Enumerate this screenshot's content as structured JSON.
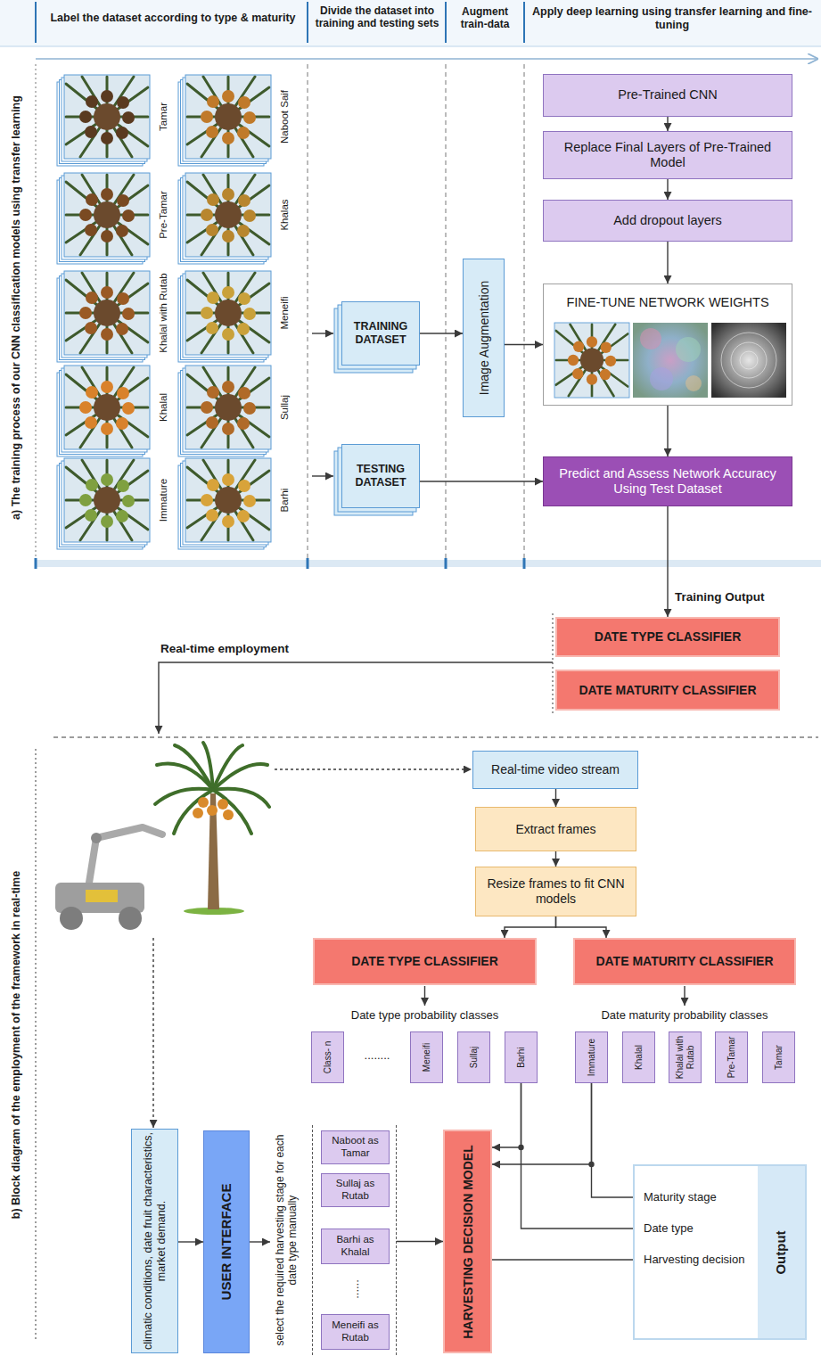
{
  "diagram": {
    "nodes": [
      {
        "text": [
          "TRAINING DATASET"
        ]
      },
      {
        "text": [
          "TESTING DATASET"
        ]
      },
      {
        "text": [
          "Image Augmentation"
        ]
      },
      {
        "text": [
          "Pre-Trained CNN"
        ]
      },
      {
        "text": [
          "Replace Final Layers of Pre-Trained Model"
        ]
      },
      {
        "text": [
          "Add dropout layers"
        ]
      },
      {
        "text": [
          "FINE-TUNE NETWORK WEIGHTS"
        ]
      },
      {
        "text": [
          "Predict and Assess Network Accuracy Using Test Dataset"
        ]
      },
      {
        "text": [
          "DATE TYPE CLASSIFIER"
        ]
      },
      {
        "text": [
          "DATE MATURITY CLASSIFIER"
        ]
      },
      {
        "text": [
          "Real-time video stream"
        ]
      },
      {
        "text": [
          "Extract frames"
        ]
      },
      {
        "text": [
          "Resize frames to fit CNN models"
        ]
      },
      {
        "text": [
          "DATE TYPE CLASSIFIER"
        ]
      },
      {
        "text": [
          "DATE MATURITY CLASSIFIER"
        ]
      },
      {
        "text": [
          "Class- n"
        ]
      },
      {
        "text": [
          "Meneifi"
        ]
      },
      {
        "text": [
          "Sullaj"
        ]
      },
      {
        "text": [
          "Barhi"
        ]
      },
      {
        "text": [
          "Immature"
        ]
      },
      {
        "text": [
          "Khalal"
        ]
      },
      {
        "text": [
          "Khalal with Rutab"
        ]
      },
      {
        "text": [
          "Pre-Tamar"
        ]
      },
      {
        "text": [
          "Tamar"
        ]
      },
      {
        "text": [
          "climatic conditions, date fruit characteristics, market demand."
        ]
      },
      {
        "text": [
          "USER INTERFACE"
        ]
      },
      {
        "text": [
          "select the required harvesting stage for each date type manually"
        ]
      },
      {
        "text": [
          "Naboot as Tamar"
        ],
        "in": 26
      },
      {
        "text": [
          "Sullaj as Rutab"
        ],
        "in": 26
      },
      {
        "text": [
          "Barhi as Khalal"
        ],
        "in": 26
      },
      {
        "text": [
          "Meneifi as Rutab"
        ],
        "in": 26
      },
      {
        "text": [
          "HARVESTING DECISION MODEL"
        ]
      },
      {
        "text": [
          "Output"
        ]
      },
      {
        "text": [
          "Maturity stage"
        ],
        "in": 32
      },
      {
        "text": [
          "Date type"
        ],
        "in": 32
      },
      {
        "text": [
          "Harvesting decision"
        ],
        "in": 32
      }
    ],
    "edges": [
      {
        "from": 0,
        "to": 2,
        "arrow": "to"
      },
      {
        "from": 2,
        "to": 6,
        "arrow": "to"
      },
      {
        "from": 3,
        "to": 4,
        "arrow": "to"
      },
      {
        "from": 4,
        "to": 5,
        "arrow": "to"
      },
      {
        "from": 5,
        "to": 6,
        "arrow": "to"
      },
      {
        "from": 6,
        "to": 7,
        "arrow": "to"
      },
      {
        "from": 1,
        "to": 7,
        "arrow": "to"
      },
      {
        "from": 7,
        "to": 8,
        "label": "Training Output",
        "arrow": "to"
      },
      {
        "from": 10,
        "to": 11,
        "arrow": "to"
      },
      {
        "from": 11,
        "to": 12,
        "arrow": "to"
      },
      {
        "from": 12,
        "to": 13,
        "arrow": "to"
      },
      {
        "from": 12,
        "to": 14,
        "arrow": "to"
      },
      {
        "from": 18,
        "to": 31,
        "arrow": "to"
      },
      {
        "from": 18,
        "to": 34,
        "arrow": "to"
      },
      {
        "from": 19,
        "to": 31,
        "arrow": "to"
      },
      {
        "from": 19,
        "to": 33,
        "arrow": "to"
      },
      {
        "from": 24,
        "to": 25,
        "arrow": "to"
      },
      {
        "from": 25,
        "to": 26,
        "arrow": "to"
      },
      {
        "from": 26,
        "to": 31,
        "arrow": "to"
      },
      {
        "from": 31,
        "to": 35,
        "arrow": "to"
      }
    ],
    "labels": [
      "Label the dataset according to type & maturity",
      "Divide the dataset into training and testing sets",
      "Augment train-data",
      "Apply deep learning using transfer learning and fine-tuning",
      "a) The training process of our CNN classification models using transfer learning",
      "Tamar",
      "Naboot Saif",
      "Pre-Tamar",
      "Khalas",
      "Khalal with Rutab",
      "Meneifi",
      "Khalal",
      "Sullaj",
      "Immature",
      "Barhi",
      "Real-time employment",
      "b) Block diagram of the employment of the framework in real-time",
      "Date type probability classes",
      "Date maturity probability classes",
      "........",
      "......"
    ]
  }
}
